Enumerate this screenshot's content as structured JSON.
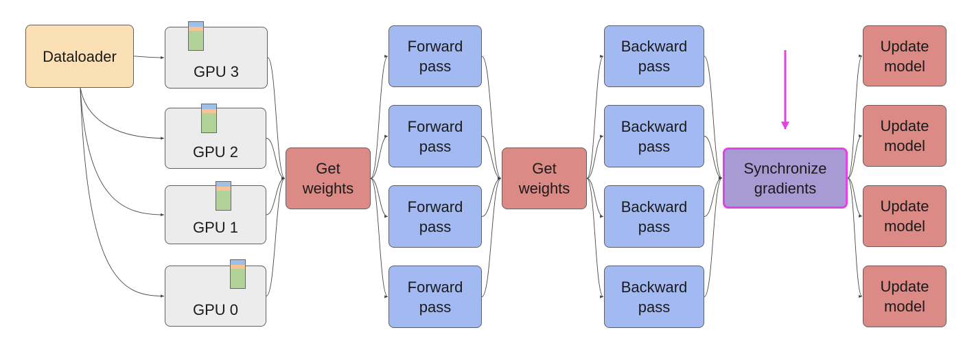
{
  "colors": {
    "dataloader": "#fbe0b6",
    "gpu": "#ececec",
    "weights": "#dc8a85",
    "forward": "#a3b9f2",
    "backward": "#a3b9f2",
    "sync": "#a89bd4",
    "update": "#dc8a85",
    "highlight": "#e542e5",
    "chip_top": "#9fc0e6",
    "chip_mid": "#f6c494",
    "chip_body": "#b1d39a",
    "edge": "#444444"
  },
  "dataloader": {
    "label": "Dataloader"
  },
  "gpus": [
    {
      "id": "gpu3",
      "label": "GPU 3"
    },
    {
      "id": "gpu2",
      "label": "GPU 2"
    },
    {
      "id": "gpu1",
      "label": "GPU 1"
    },
    {
      "id": "gpu0",
      "label": "GPU 0"
    }
  ],
  "get_weights": [
    {
      "id": "gw1",
      "label": "Get\nweights"
    },
    {
      "id": "gw2",
      "label": "Get\nweights"
    }
  ],
  "forward": [
    {
      "id": "fw0",
      "label": "Forward\npass"
    },
    {
      "id": "fw1",
      "label": "Forward\npass"
    },
    {
      "id": "fw2",
      "label": "Forward\npass"
    },
    {
      "id": "fw3",
      "label": "Forward\npass"
    }
  ],
  "backward": [
    {
      "id": "bw0",
      "label": "Backward\npass"
    },
    {
      "id": "bw1",
      "label": "Backward\npass"
    },
    {
      "id": "bw2",
      "label": "Backward\npass"
    },
    {
      "id": "bw3",
      "label": "Backward\npass"
    }
  ],
  "sync": {
    "label": "Synchronize\ngradients"
  },
  "update": [
    {
      "id": "up0",
      "label": "Update\nmodel"
    },
    {
      "id": "up1",
      "label": "Update\nmodel"
    },
    {
      "id": "up2",
      "label": "Update\nmodel"
    },
    {
      "id": "up3",
      "label": "Update\nmodel"
    }
  ],
  "edges": [
    [
      "dataloader",
      "gpu3"
    ],
    [
      "dataloader",
      "gpu2"
    ],
    [
      "dataloader",
      "gpu1"
    ],
    [
      "dataloader",
      "gpu0"
    ],
    [
      "gpu3",
      "gw1"
    ],
    [
      "gpu2",
      "gw1"
    ],
    [
      "gpu1",
      "gw1"
    ],
    [
      "gpu0",
      "gw1"
    ],
    [
      "gw1",
      "fw0"
    ],
    [
      "gw1",
      "fw1"
    ],
    [
      "gw1",
      "fw2"
    ],
    [
      "gw1",
      "fw3"
    ],
    [
      "fw0",
      "gw2"
    ],
    [
      "fw1",
      "gw2"
    ],
    [
      "fw2",
      "gw2"
    ],
    [
      "fw3",
      "gw2"
    ],
    [
      "gw2",
      "bw0"
    ],
    [
      "gw2",
      "bw1"
    ],
    [
      "gw2",
      "bw2"
    ],
    [
      "gw2",
      "bw3"
    ],
    [
      "bw0",
      "sync"
    ],
    [
      "bw1",
      "sync"
    ],
    [
      "bw2",
      "sync"
    ],
    [
      "bw3",
      "sync"
    ],
    [
      "sync",
      "up0"
    ],
    [
      "sync",
      "up1"
    ],
    [
      "sync",
      "up2"
    ],
    [
      "sync",
      "up3"
    ]
  ]
}
